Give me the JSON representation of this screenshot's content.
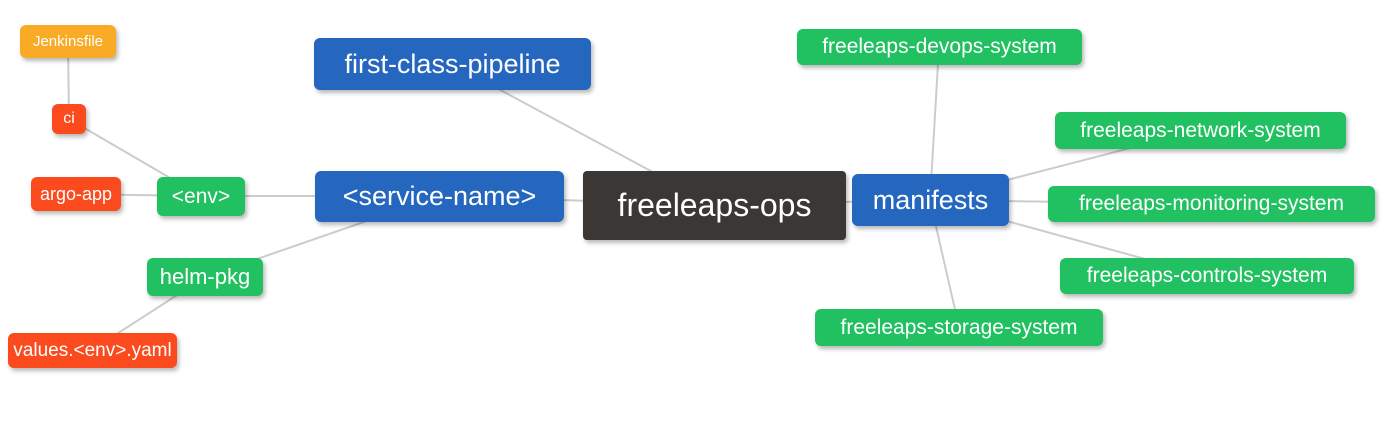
{
  "palette": {
    "orange": "#FAAB25",
    "red": "#FA4A1E",
    "green": "#21C161",
    "blue": "#2566BE",
    "dark": "#3B3734",
    "edge": "#CCCCCC",
    "text": "#FFFFFF"
  },
  "nodes": {
    "jenkinsfile": {
      "label": "Jenkinsfile",
      "color": "orange"
    },
    "ci": {
      "label": "ci",
      "color": "red"
    },
    "argo_app": {
      "label": "argo-app",
      "color": "red"
    },
    "env": {
      "label": "<env>",
      "color": "green"
    },
    "helm_pkg": {
      "label": "helm-pkg",
      "color": "green"
    },
    "values_env_yaml": {
      "label": "values.<env>.yaml",
      "color": "red"
    },
    "first_class_pipeline": {
      "label": "first-class-pipeline",
      "color": "blue"
    },
    "service_name": {
      "label": "<service-name>",
      "color": "blue"
    },
    "freeleaps_ops": {
      "label": "freeleaps-ops",
      "color": "dark"
    },
    "manifests": {
      "label": "manifests",
      "color": "blue"
    },
    "devops_system": {
      "label": "freeleaps-devops-system",
      "color": "green"
    },
    "network_system": {
      "label": "freeleaps-network-system",
      "color": "green"
    },
    "monitoring_system": {
      "label": "freeleaps-monitoring-system",
      "color": "green"
    },
    "controls_system": {
      "label": "freeleaps-controls-system",
      "color": "green"
    },
    "storage_system": {
      "label": "freeleaps-storage-system",
      "color": "green"
    }
  },
  "edges": [
    [
      "jenkinsfile",
      "ci"
    ],
    [
      "ci",
      "env"
    ],
    [
      "argo_app",
      "env"
    ],
    [
      "env",
      "service_name"
    ],
    [
      "helm_pkg",
      "service_name"
    ],
    [
      "values_env_yaml",
      "helm_pkg"
    ],
    [
      "first_class_pipeline",
      "freeleaps_ops"
    ],
    [
      "service_name",
      "freeleaps_ops"
    ],
    [
      "freeleaps_ops",
      "manifests"
    ],
    [
      "manifests",
      "devops_system"
    ],
    [
      "manifests",
      "network_system"
    ],
    [
      "manifests",
      "monitoring_system"
    ],
    [
      "manifests",
      "controls_system"
    ],
    [
      "manifests",
      "storage_system"
    ]
  ]
}
